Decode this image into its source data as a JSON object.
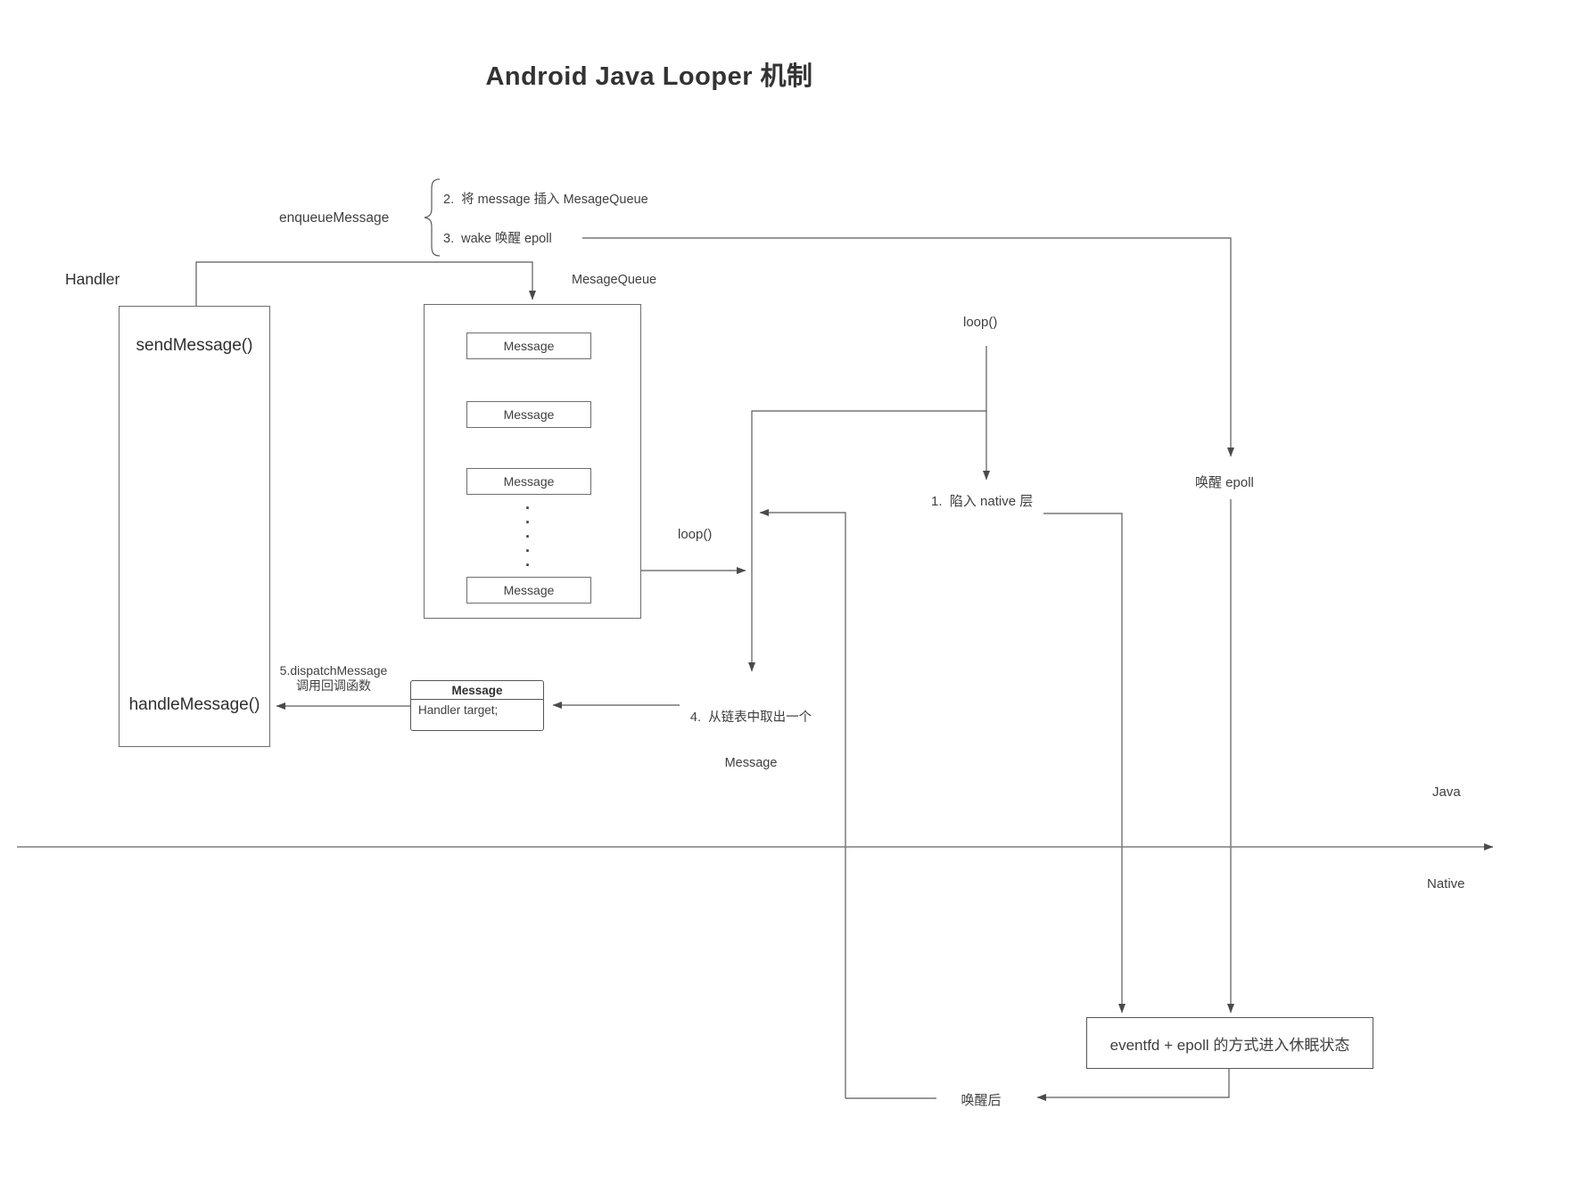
{
  "title": "Android Java Looper 机制",
  "handler": {
    "label": "Handler",
    "send_method": "sendMessage()",
    "handle_method": "handleMessage()"
  },
  "enqueue": {
    "label": "enqueueMessage",
    "step2": "2.  将 message 插入 MesageQueue",
    "step3": "3.  wake 唤醒 epoll"
  },
  "queue": {
    "label": "MesageQueue",
    "items": [
      "Message",
      "Message",
      "Message",
      "Message"
    ],
    "ellipsis": "·\n·\n·\n·\n·"
  },
  "loop": {
    "label_left": "loop()",
    "label_top": "loop()",
    "step1": "1.  陷入 native 层",
    "step4_line1": "4.  从链表中取出一个",
    "step4_line2": "Message",
    "step5_line1": "5.dispatchMessage",
    "step5_line2": "调用回调函数"
  },
  "message_detail": {
    "header": "Message",
    "field": "Handler target;"
  },
  "native_side": {
    "wake_epoll_label": "唤醒 epoll",
    "sleep_box_label": "eventfd + epoll 的方式进入休眠状态",
    "after_wake_label": "唤醒后"
  },
  "layers": {
    "java_label": "Java",
    "native_label": "Native"
  }
}
